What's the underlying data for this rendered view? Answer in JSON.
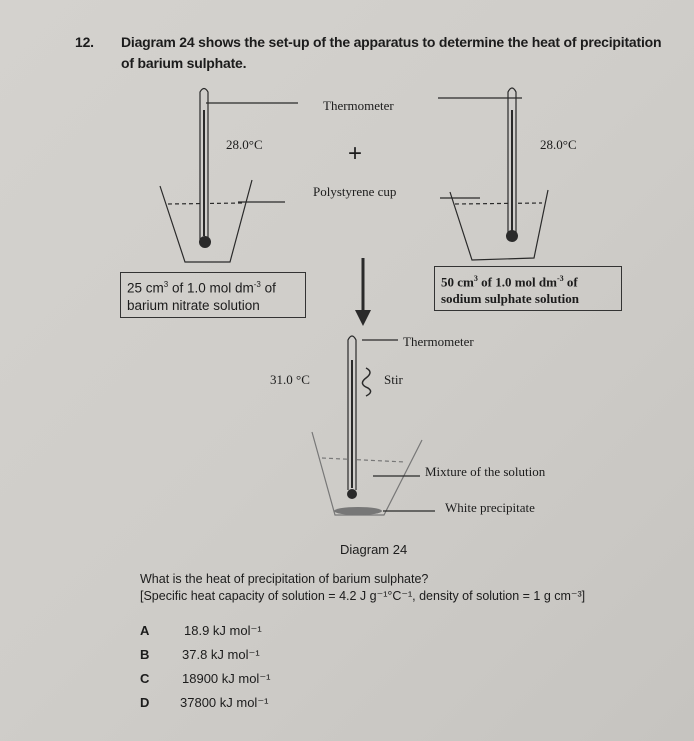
{
  "question": {
    "number": "12.",
    "line1": "Diagram 24 shows the set-up of the apparatus to determine the heat of precipitation",
    "line2": "of barium sulphate."
  },
  "diagram": {
    "thermometer_label": "Thermometer",
    "plus": "+",
    "cup_label": "Polystyrene cup",
    "left_temp": "28.0°C",
    "right_temp": "28.0°C",
    "left_box": {
      "line1_a": "25 cm",
      "line1_sup1": "3",
      "line1_b": " of 1.0 mol dm",
      "line1_sup2": "-3",
      "line1_c": " of",
      "line2": "barium nitrate solution"
    },
    "right_box": {
      "line1_a": "50 cm",
      "line1_sup1": "3",
      "line1_b": " of 1.0 mol dm",
      "line1_sup2": "-3",
      "line1_c": " of",
      "line2": "sodium sulphate solution"
    },
    "mix_thermometer_label": "Thermometer",
    "mix_temp": "31.0 °C",
    "stir_label": "Stir",
    "mixture_label": "Mixture of the solution",
    "precipitate_label": "White precipitate",
    "caption": "Diagram 24"
  },
  "prompt": {
    "line1": "What is the heat of precipitation of barium sulphate?",
    "line2": "[Specific heat capacity of solution = 4.2 J g⁻¹°C⁻¹, density of solution = 1 g cm⁻³]"
  },
  "options": [
    {
      "letter": "A",
      "text": "18.9 kJ mol⁻¹"
    },
    {
      "letter": "B",
      "text": "37.8 kJ mol⁻¹"
    },
    {
      "letter": "C",
      "text": "18900 kJ mol⁻¹"
    },
    {
      "letter": "D",
      "text": "37800 kJ mol⁻¹"
    }
  ]
}
